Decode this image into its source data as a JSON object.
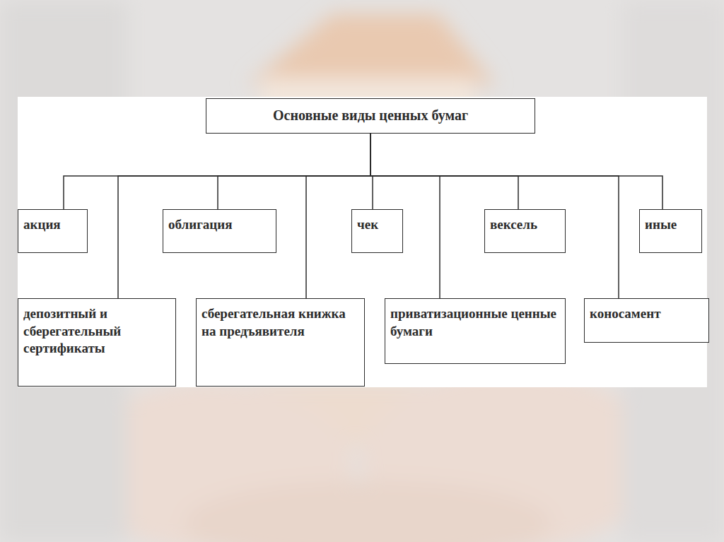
{
  "diagram": {
    "nodes": [
      {
        "text": [
          "Основные виды ценных бумаг"
        ]
      },
      {
        "text": [
          "акция"
        ]
      },
      {
        "text": [
          "облигация"
        ]
      },
      {
        "text": [
          "чек"
        ]
      },
      {
        "text": [
          "вексель"
        ]
      },
      {
        "text": [
          "иные"
        ]
      },
      {
        "text": [
          "депозитный и сберегательный сертификаты"
        ]
      },
      {
        "text": [
          "сберегательная книжка на предъявителя"
        ]
      },
      {
        "text": [
          "приватизационные ценные бумаги"
        ]
      },
      {
        "text": [
          "коносамент"
        ]
      }
    ],
    "edges": [
      {
        "from": 0,
        "to": 1,
        "arrow": "none"
      },
      {
        "from": 0,
        "to": 2,
        "arrow": "none"
      },
      {
        "from": 0,
        "to": 3,
        "arrow": "none"
      },
      {
        "from": 0,
        "to": 4,
        "arrow": "none"
      },
      {
        "from": 0,
        "to": 5,
        "arrow": "none"
      },
      {
        "from": 0,
        "to": 6,
        "arrow": "none"
      },
      {
        "from": 0,
        "to": 7,
        "arrow": "none"
      },
      {
        "from": 0,
        "to": 8,
        "arrow": "none"
      },
      {
        "from": 0,
        "to": 9,
        "arrow": "none"
      }
    ]
  }
}
